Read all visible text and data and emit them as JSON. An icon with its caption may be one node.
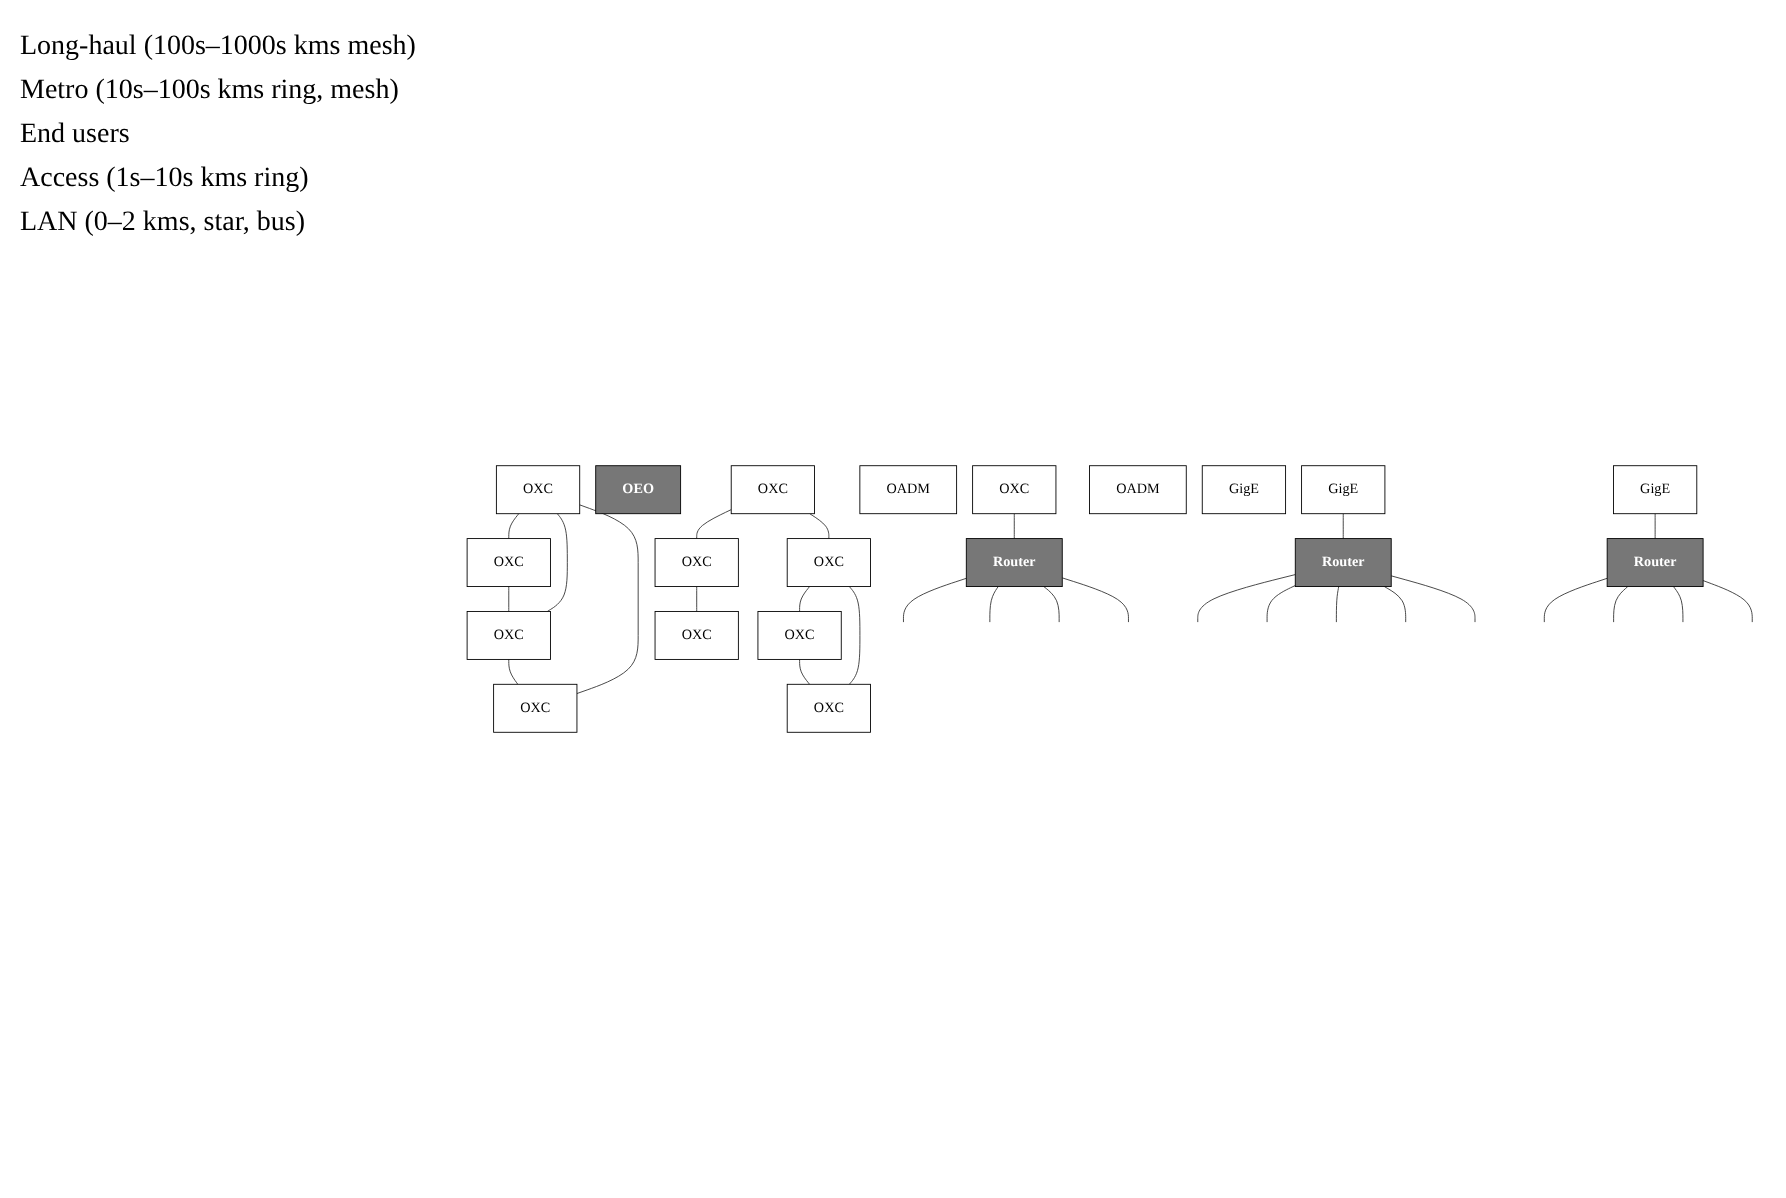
{
  "diagram": {
    "nodes": [
      {
        "text": [
          "OXC"
        ]
      },
      {
        "text": [
          "OXC"
        ]
      },
      {
        "text": [
          "OXC"
        ]
      },
      {
        "text": [
          "OXC"
        ]
      },
      {
        "text": [
          "OEO"
        ]
      },
      {
        "text": [
          "OXC"
        ]
      },
      {
        "text": [
          "OXC"
        ]
      },
      {
        "text": [
          "OXC"
        ]
      },
      {
        "text": [
          "OXC"
        ]
      },
      {
        "text": [
          "OXC"
        ]
      },
      {
        "text": [
          "OXC"
        ]
      },
      {
        "text": [
          "OADM"
        ]
      },
      {
        "text": [
          "OXC"
        ]
      },
      {
        "text": [
          "Router"
        ]
      },
      {
        "text": [
          "OADM"
        ]
      },
      {
        "text": [
          "GigE"
        ]
      },
      {
        "text": [
          "GigE"
        ]
      },
      {
        "text": [
          "Router"
        ]
      },
      {
        "text": [
          "GigE"
        ]
      },
      {
        "text": [
          "Router"
        ]
      }
    ],
    "edges": [
      {
        "from": 0,
        "to": 1,
        "arrow": "none"
      },
      {
        "from": 0,
        "to": 2,
        "arrow": "none"
      },
      {
        "from": 0,
        "to": 3,
        "arrow": "none"
      },
      {
        "from": 1,
        "to": 2,
        "arrow": "none"
      },
      {
        "from": 2,
        "to": 3,
        "arrow": "none"
      },
      {
        "from": 5,
        "to": 6,
        "arrow": "none"
      },
      {
        "from": 6,
        "to": 7,
        "arrow": "none"
      },
      {
        "from": 5,
        "to": 8,
        "arrow": "none"
      },
      {
        "from": 8,
        "to": 9,
        "arrow": "none"
      },
      {
        "from": 8,
        "to": 10,
        "arrow": "none"
      },
      {
        "from": 9,
        "to": 10,
        "arrow": "none"
      },
      {
        "from": 12,
        "to": 13,
        "arrow": "none"
      },
      {
        "from": 13,
        "to": null,
        "arrow": "none"
      },
      {
        "from": 13,
        "to": null,
        "arrow": "none"
      },
      {
        "from": 13,
        "to": null,
        "arrow": "none"
      },
      {
        "from": 13,
        "to": null,
        "arrow": "none"
      },
      {
        "from": 16,
        "to": 17,
        "arrow": "none"
      },
      {
        "from": 17,
        "to": null,
        "arrow": "none"
      },
      {
        "from": 17,
        "to": null,
        "arrow": "none"
      },
      {
        "from": 17,
        "to": null,
        "arrow": "none"
      },
      {
        "from": 17,
        "to": null,
        "arrow": "none"
      },
      {
        "from": 17,
        "to": null,
        "arrow": "none"
      },
      {
        "from": 18,
        "to": 19,
        "arrow": "none"
      },
      {
        "from": 19,
        "to": null,
        "arrow": "none"
      },
      {
        "from": 19,
        "to": null,
        "arrow": "none"
      },
      {
        "from": 19,
        "to": null,
        "arrow": "none"
      },
      {
        "from": 19,
        "to": null,
        "arrow": "none"
      }
    ],
    "labels": [
      "Long-haul (100s–1000s kms mesh)",
      "Metro (10s–100s kms ring, mesh)",
      "End users",
      "Access (1s–10s kms ring)",
      "LAN (0–2 kms, star, bus)"
    ]
  }
}
